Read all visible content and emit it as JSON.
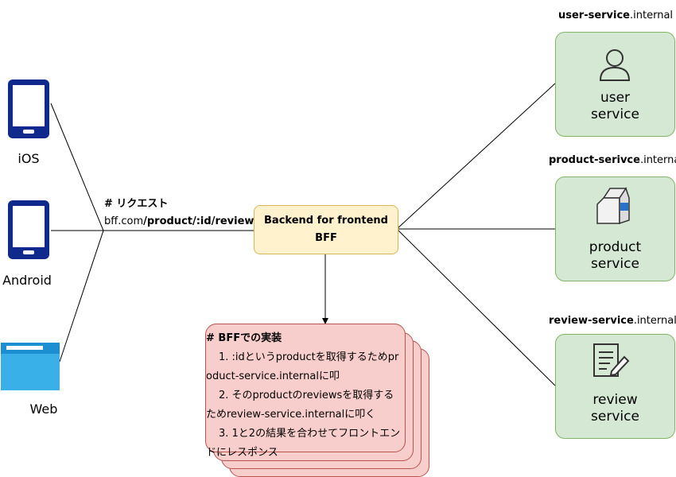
{
  "clients": {
    "ios": {
      "label": "iOS"
    },
    "android": {
      "label": "Android"
    },
    "web": {
      "label": "Web"
    }
  },
  "request": {
    "heading": "# リクエスト",
    "url_host": "bff.com",
    "url_path": "/product/:id/reviews"
  },
  "bff": {
    "line1": "Backend for frontend",
    "line2": "BFF"
  },
  "services": {
    "user": {
      "host_bold": "user-service",
      "host_suffix": ".internal",
      "label_line1": "user",
      "label_line2": "service",
      "icon": "user-icon"
    },
    "product": {
      "host_bold": "product-serivce",
      "host_suffix": ".internal",
      "label_line1": "product",
      "label_line2": "service",
      "icon": "milk-carton-icon"
    },
    "review": {
      "host_bold": "review-service",
      "host_suffix": ".internal",
      "label_line1": "review",
      "label_line2": "service",
      "icon": "document-edit-icon"
    }
  },
  "note": {
    "heading": "# BFFでの実装",
    "step1": "1. :idというproductを取得するためproduct-service.internalに叩",
    "step2": "2. そのproductのreviewsを取得するためreview-service.internalに叩く",
    "step3": "3. 1と2の結果を合わせてフロントエンドにレスポンス"
  },
  "colors": {
    "device_blue": "#0f2a8c",
    "web_blue": "#39b1e8",
    "bff_fill": "#fff2cc",
    "service_fill": "#d5e8d4",
    "note_fill": "#f8cecc"
  }
}
